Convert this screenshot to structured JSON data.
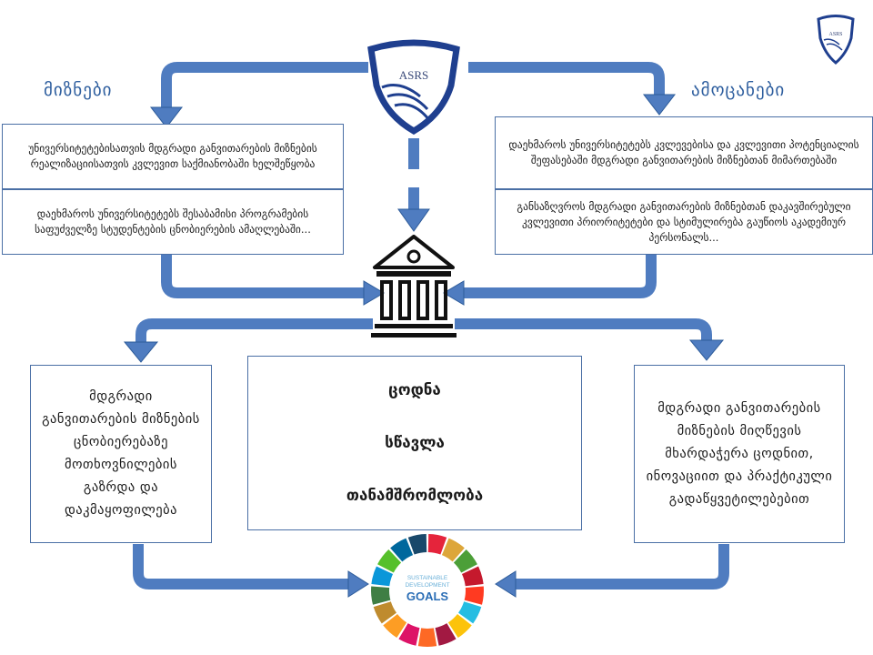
{
  "logo": {
    "text": "ASRS"
  },
  "headers": {
    "left": "მიზნები",
    "right": "ამოცანები"
  },
  "left_boxes": [
    "უნივერსიტეტებისათვის მდგრადი განვითარების მიზნების რეალიზაციისათვის კვლევით საქმიანობაში ხელშეწყობა",
    "დაეხმაროს უნივერსიტეტებს შესაბამისი პროგრამების საფუძველზე სტუდენტების ცნობიერების ამაღლებაში..."
  ],
  "right_boxes": [
    "დაეხმაროს უნივერსიტეტებს კვლევებისა და კვლევითი პოტენციალის შეფასებაში მდგრადი განვითარების მიზნებთან მიმართებაში",
    "განსაზღვროს მდგრადი განვითარების მიზნებთან დაკავშირებული კვლევითი პრიორიტეტები და სტიმულირება გაუწიოს აკადემიურ პერსონალს..."
  ],
  "bottom_left": "მდგრადი განვითარების მიზნების ცნობიერებაზე მოთხოვნილების გაზრდა და დაკმაყოფილება",
  "center_items": [
    "ცოდნა",
    "სწავლა",
    "თანამშრომლობა"
  ],
  "bottom_right": "მდგრადი განვითარების მიზნების მიღწევის მხარდაჭერა ცოდნით, ინოვაციით და პრაქტიკული გადაწყვეტილებებით",
  "sdg": {
    "line1": "SUSTAINABLE",
    "line2": "DEVELOPMENT",
    "line3": "GOALS"
  },
  "icons": [
    "shield-logo-icon",
    "university-building-icon",
    "sdg-wheel-icon"
  ],
  "colors": {
    "arrow": "#4f7cc0",
    "arrow_stroke": "#2e5c9a",
    "label": "#2f5f9f",
    "box_border": "#4a6fa5",
    "shield": "#1f3f8f"
  }
}
